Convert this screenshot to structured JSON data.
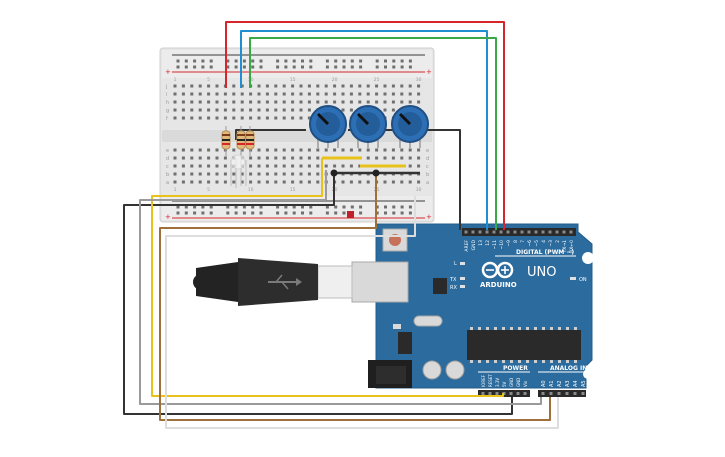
{
  "arduino": {
    "brand": "ARDUINO",
    "model": "UNO",
    "digital_label": "DIGITAL (PWM ~)",
    "power_label": "POWER",
    "analog_label": "ANALOG IN",
    "led_on": "ON",
    "led_l": "L",
    "led_tx": "TX",
    "led_rx": "RX",
    "digital_pins": [
      "AREF",
      "GND",
      "13",
      "12",
      "~11",
      "~10",
      "~9",
      "8",
      "7",
      "~6",
      "~5",
      "4",
      "~3",
      "2",
      "TX→1",
      "RX←0"
    ],
    "power_pins": [
      "IOREF",
      "RESET",
      "3.3V",
      "5V",
      "GND",
      "GND",
      "Vin"
    ],
    "analog_pins": [
      "A0",
      "A1",
      "A2",
      "A3",
      "A4",
      "A5"
    ]
  },
  "breadboard": {
    "row_letters_top": [
      "j",
      "i",
      "h",
      "g",
      "f"
    ],
    "row_letters_bottom": [
      "e",
      "d",
      "c",
      "b",
      "a"
    ],
    "columns": [
      "1",
      "",
      "",
      "",
      "5",
      "",
      "",
      "",
      "",
      "10",
      "",
      "",
      "",
      "",
      "15",
      "",
      "",
      "",
      "",
      "20",
      "",
      "",
      "",
      "",
      "25",
      "",
      "",
      "",
      "",
      "30"
    ],
    "rail_plus": "+",
    "rail_minus": "-"
  },
  "colors": {
    "board_blue": "#2b6b9e",
    "wire_red": "#d7262b",
    "wire_blue": "#1f8fd1",
    "wire_green": "#39a845",
    "wire_black": "#333333",
    "wire_yellow": "#e8c21a",
    "wire_gray": "#9a9a9a",
    "wire_brown": "#a0703a",
    "wire_white": "#dddddd",
    "pot_blue": "#2d6fb5"
  }
}
